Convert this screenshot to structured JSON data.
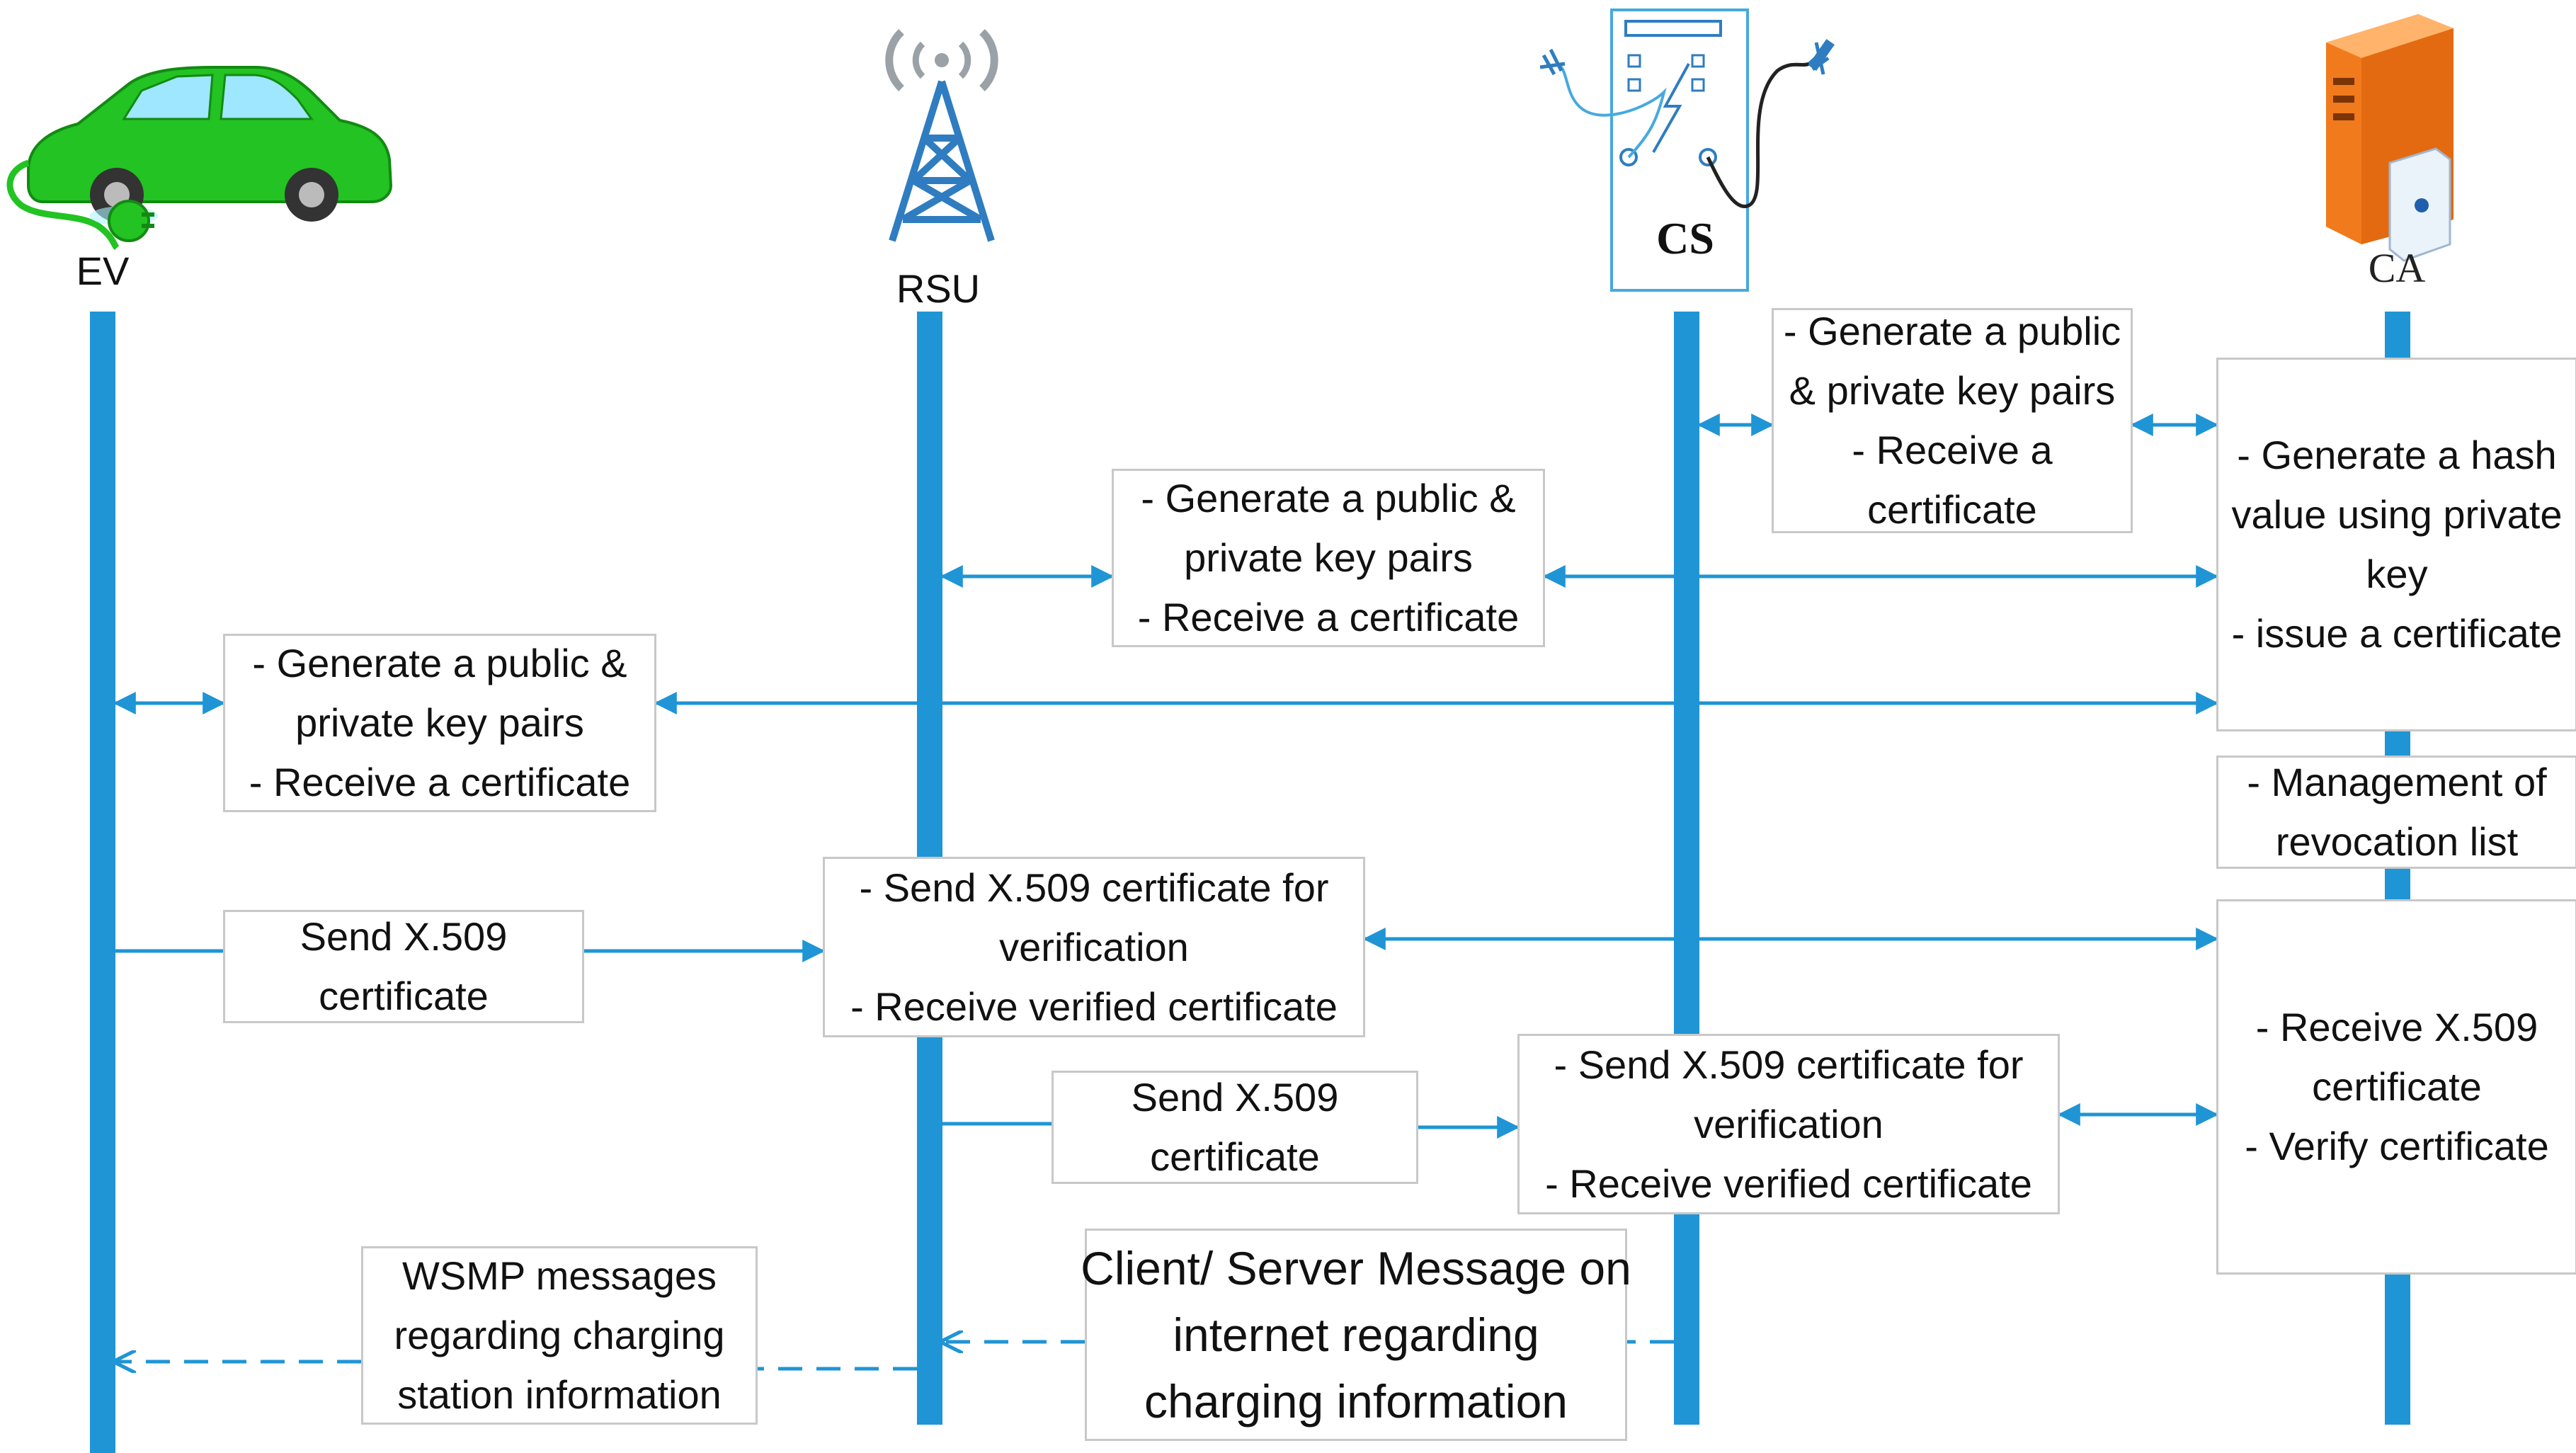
{
  "actors": {
    "ev": "EV",
    "rsu": "RSU",
    "cs": "CS",
    "ca": "CA"
  },
  "icons": {
    "ev": "electric-car-icon",
    "rsu": "radio-tower-icon",
    "cs": "charging-station-icon",
    "ca": "server-certificate-icon"
  },
  "colors": {
    "lifeline": "#1f95d6",
    "arrow": "#1f95d6",
    "box_border": "#c8c8c8",
    "car": "#22c322"
  },
  "boxes": {
    "cs_keys": [
      "- Generate a public",
      "& private key pairs",
      "- Receive a",
      "certificate"
    ],
    "rsu_keys": [
      "- Generate a public &",
      "private key pairs",
      "- Receive a certificate"
    ],
    "ev_keys": [
      "- Generate a public &",
      "private key pairs",
      "- Receive a certificate"
    ],
    "ca_issue": [
      "- Generate a hash",
      "value using private",
      "key",
      "- issue a certificate"
    ],
    "ca_revocation": [
      "- Management of",
      "revocation list"
    ],
    "ev_send": [
      "Send X.509",
      "certificate"
    ],
    "rsu_verify": [
      "- Send X.509 certificate for",
      "verification",
      "- Receive verified certificate"
    ],
    "rsu_send": [
      "Send X.509",
      "certificate"
    ],
    "cs_verify": [
      "- Send X.509 certificate for",
      "verification",
      "- Receive verified certificate"
    ],
    "ca_verify": [
      "- Receive X.509",
      "certificate",
      "- Verify certificate"
    ],
    "wsmp": [
      "WSMP messages",
      "regarding charging",
      "station information"
    ],
    "client_server": [
      "Client/ Server Message on",
      "internet regarding",
      "charging information"
    ]
  }
}
